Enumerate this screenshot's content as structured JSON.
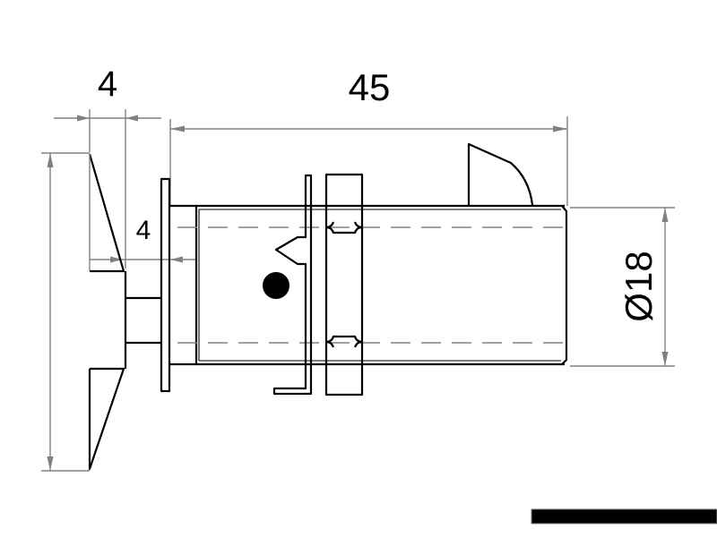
{
  "drawing": {
    "type": "technical-dimension-drawing",
    "units": "mm",
    "dimensions": {
      "flange_thickness": "4",
      "body_length": "45",
      "plate_thickness": "4",
      "thread_diameter": "Ø18"
    },
    "colors": {
      "object_line": "#000000",
      "dimension_line": "#808080",
      "background": "#ffffff",
      "footer_bar": "#000000"
    }
  }
}
